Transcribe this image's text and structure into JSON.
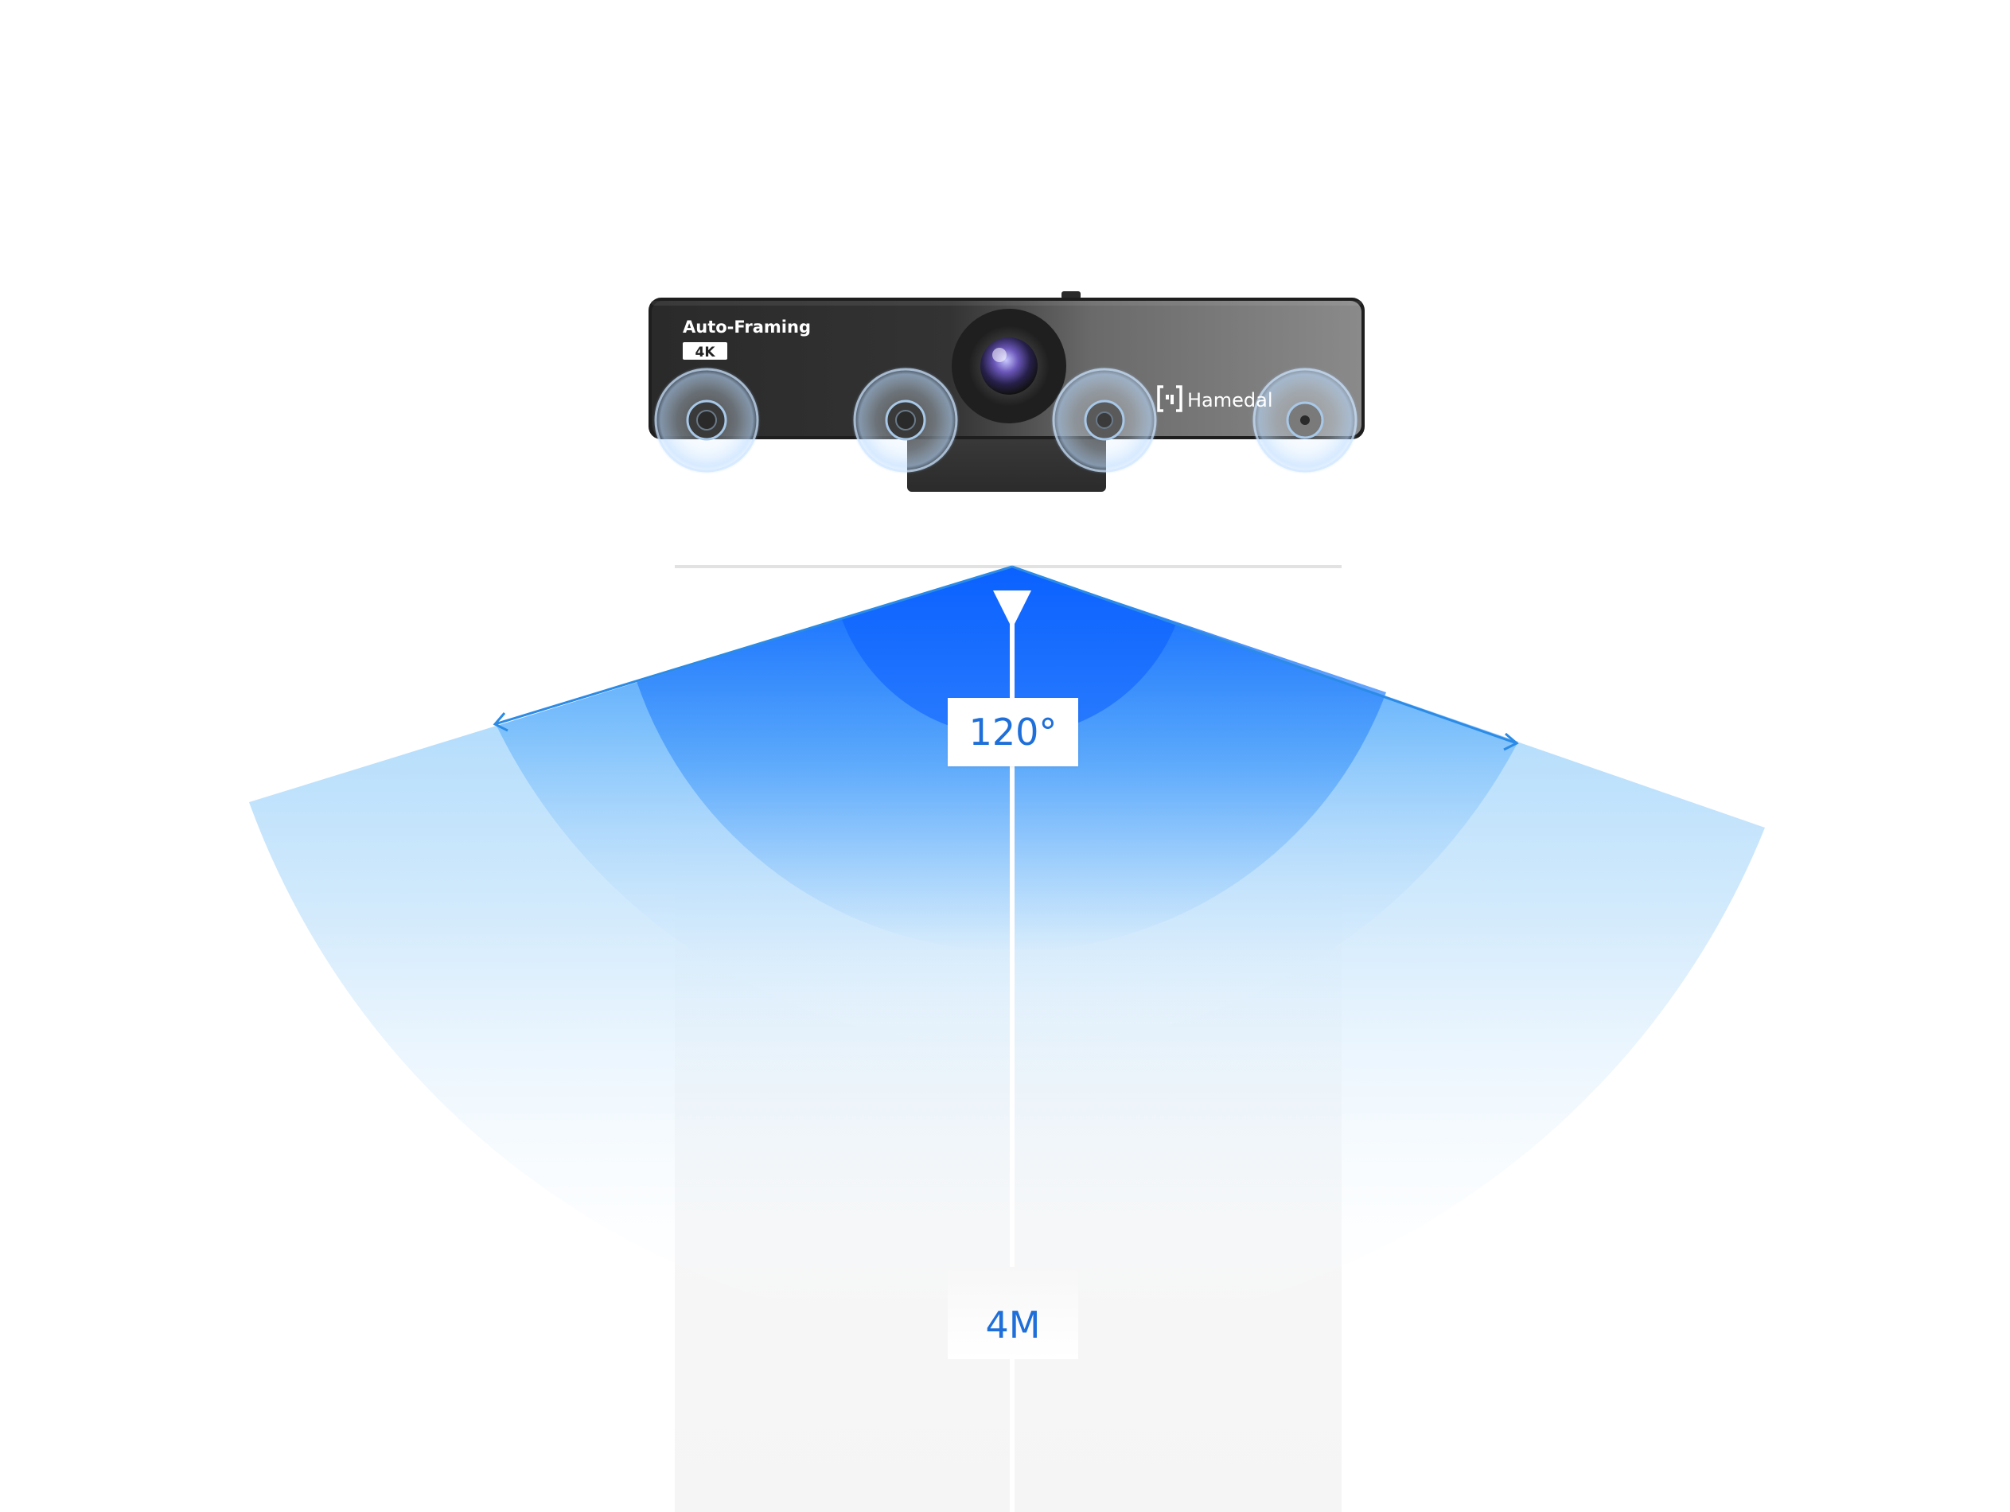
{
  "camera": {
    "badge_title": "Auto-Framing",
    "badge_resolution": "4K",
    "brand_logo_text": "Hamedal",
    "mic_count": 4,
    "body_color": "#2e2e2e",
    "lens_icon": "camera-lens-icon",
    "mic_icon": "microphone-icon"
  },
  "field_of_view": {
    "angle_label": "120°",
    "distance_label": "4M",
    "accent_color": "#0a6cff",
    "text_color": "#1e6fd9"
  }
}
